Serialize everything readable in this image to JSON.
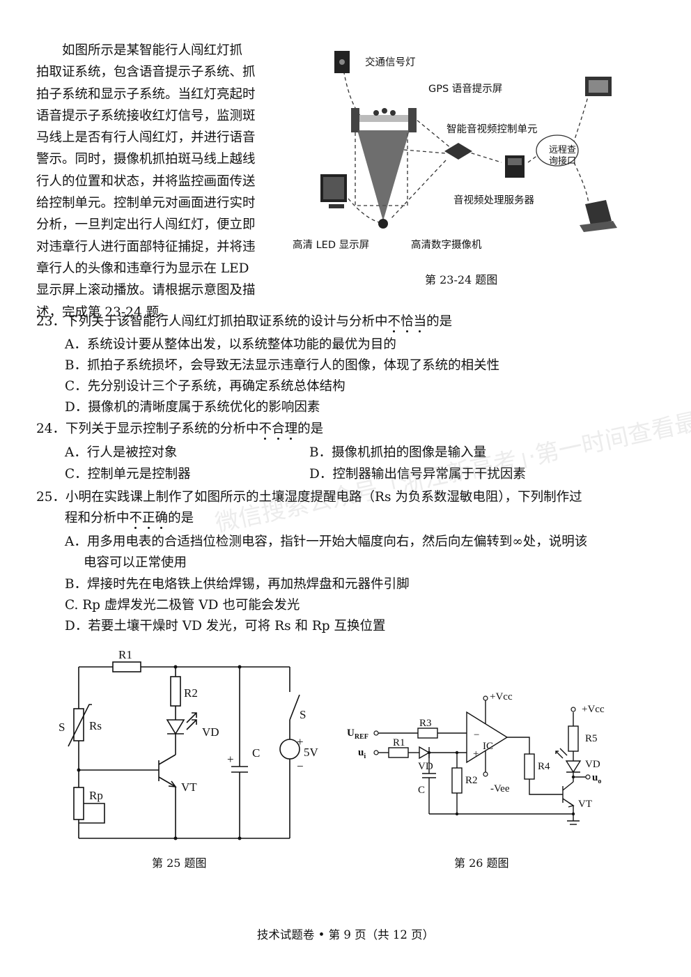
{
  "intro_lines": [
    "如图所示是某智能行人闯红灯抓",
    "拍取证系统，包含语音提示子系统、抓",
    "拍子系统和显示子系统。当红灯亮起时",
    "语音提示子系统接收红灯信号，监测斑",
    "马线上是否有行人闯红灯，并进行语音",
    "警示。同时，摄像机抓拍斑马线上越线",
    "行人的位置和状态，并将监控画面传送",
    "给控制单元。控制单元对画面进行实时",
    "分析，一旦判定出行人闯红灯，便立即",
    "对违章行人进行面部特征捕捉，并将违",
    "章行人的头像和违章行为显示在 LED",
    "显示屏上滚动播放。请根据示意图及描",
    "述，完成第 23-24 题。"
  ],
  "fig1": {
    "traffic_light": "交通信号灯",
    "gps_screen": "GPS 语音提示屏",
    "av_control": "智能音视频控制单元",
    "remote_query_1": "远程查",
    "remote_query_2": "询接口",
    "av_server": "音视频处理服务器",
    "led_screen": "高清 LED 显示屏",
    "camera": "高清数字摄像机",
    "caption": "第 23-24 题图"
  },
  "q23": {
    "stem_a": "23．下列关于该智能行人闯红灯抓拍取证系统的设计与分析中",
    "stem_emph": "不恰当",
    "stem_b": "的是",
    "A": "A．系统设计要从整体出发，以系统整体功能的最优为目的",
    "B": "B．抓拍子系统损坏，会导致无法显示违章行人的图像，体现了系统的相关性",
    "C": "C．先分别设计三个子系统，再确定系统总体结构",
    "D": "D．摄像机的清晰度属于系统优化的影响因素"
  },
  "q24": {
    "stem_a": "24．下列关于显示控制子系统的分析中",
    "stem_emph": "不合理",
    "stem_b": "的是",
    "A": "A．行人是被控对象",
    "B": "B．摄像机抓拍的图像是输入量",
    "C": "C．控制单元是控制器",
    "D": "D．控制器输出信号异常属于干扰因素"
  },
  "q25": {
    "stem1_a": "25．小明在实践课上制作了如图所示的土壤湿度提醒电路（Rs 为负系数湿敏电阻），下列制作过",
    "stem2_a": "程和分析中",
    "stem2_emph": "不正确",
    "stem2_b": "的是",
    "A1": "A．用多用电表的合适挡位检测电容，指针一开始大幅度向右，然后向左偏转到∞处，说明该",
    "A2": "电容可以正常使用",
    "B": "B．焊接时先在电烙铁上供给焊锡，再加热焊盘和元器件引脚",
    "C": "C. Rp 虚焊发光二极管 VD 也可能会发光",
    "D": "D．若要土壤干燥时 VD 发光，可将 Rs 和 Rp 互换位置"
  },
  "fig25": {
    "R1": "R1",
    "R2": "R2",
    "S_left": "S",
    "Rs": "Rs",
    "VD": "VD",
    "VT": "VT",
    "Rp": "Rp",
    "C": "C",
    "S_right": "S",
    "V": "5V",
    "plus": "+",
    "minus": "−",
    "caption": "第 25 题图"
  },
  "fig26": {
    "vcc1": "+Vcc",
    "vcc2": "+Vcc",
    "uref": "U",
    "uref_sub": "REF",
    "ui": "u",
    "ui_sub": "i",
    "R1": "R1",
    "R2": "R2",
    "R3": "R3",
    "R4": "R4",
    "R5": "R5",
    "VD1": "VD",
    "VD2": "VD",
    "C": "C",
    "IC": "IC",
    "vee": "-Vee",
    "VT": "VT",
    "uo": "u",
    "uo_sub": "o",
    "minus": "−",
    "plus": "+",
    "caption": "第 26 题图"
  },
  "watermark": "微信搜索公众号「浙江新高考」·第一时间查看最新试卷",
  "footer": "技术试题卷 • 第 9 页（共 12 页）"
}
